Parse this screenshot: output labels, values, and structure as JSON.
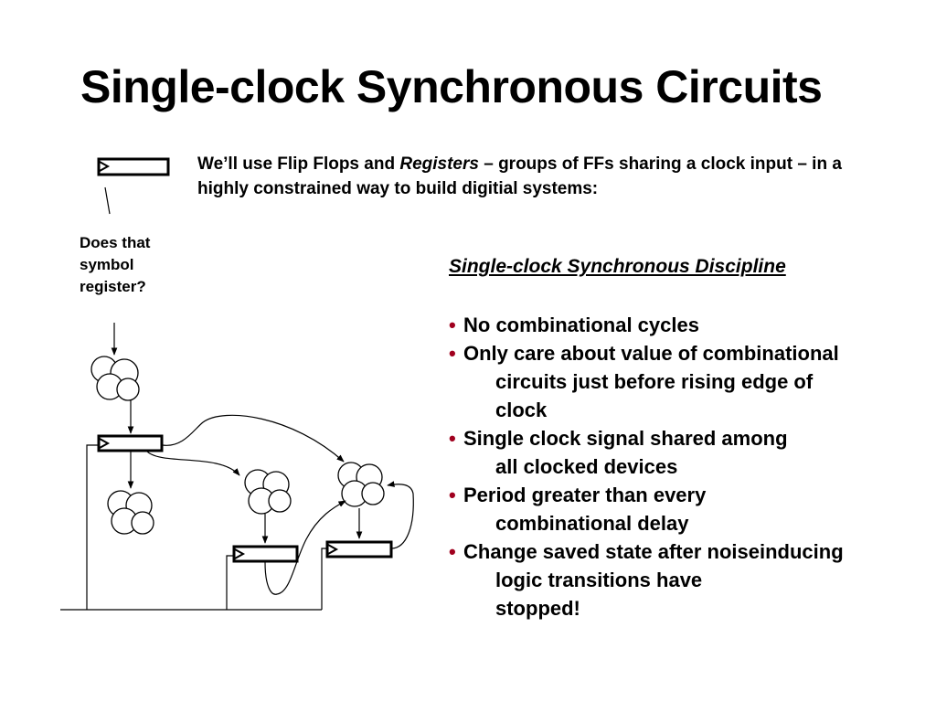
{
  "slide": {
    "title": "Single-clock Synchronous Circuits",
    "intro": {
      "before": "We’ll use Flip Flops and ",
      "emphasis": "Registers",
      "after": " – groups of FFs sharing a clock input – in a highly constrained way to build digitial systems:"
    },
    "question": "Does that symbol register?",
    "discipline": {
      "heading": "Single-clock Synchronous Discipline",
      "bullet_color": "#a0001e",
      "rules": [
        {
          "first": "No combinational cycles",
          "rest": ""
        },
        {
          "first": "Only care about value of combinational",
          "rest": "circuits just before rising edge of\nclock"
        },
        {
          "first": "Single clock signal shared among",
          "rest": "all clocked devices"
        },
        {
          "first": "Period greater than every",
          "rest": "combinational delay"
        },
        {
          "first": "Change saved state after noiseinducing",
          "rest": "logic transitions have\nstopped!"
        }
      ]
    }
  },
  "diagram": {
    "register_symbol": "register-icon",
    "combinational_symbol": "cloud-icon"
  }
}
